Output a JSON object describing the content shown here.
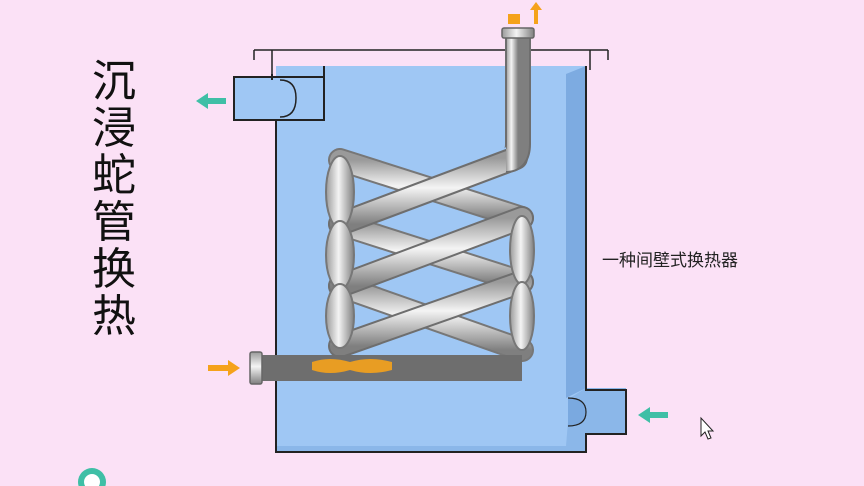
{
  "title_chars": [
    "沉",
    "浸",
    "蛇",
    "管",
    "换",
    "热"
  ],
  "caption": "一种间壁式换热器",
  "colors": {
    "background": "#fbe1f6",
    "water": "#9fc7f4",
    "water_shadow": "#6f9fd9",
    "pipe_light": "#f2f2f2",
    "pipe_dark": "#8d8d8d",
    "hot_arrow": "#f5a21b",
    "cool_arrow": "#3fbfa6",
    "outline": "#222222"
  },
  "icons": [
    "arrow-left-icon",
    "arrow-up-icon",
    "arrow-right-icon",
    "cursor-icon",
    "logo-icon"
  ]
}
